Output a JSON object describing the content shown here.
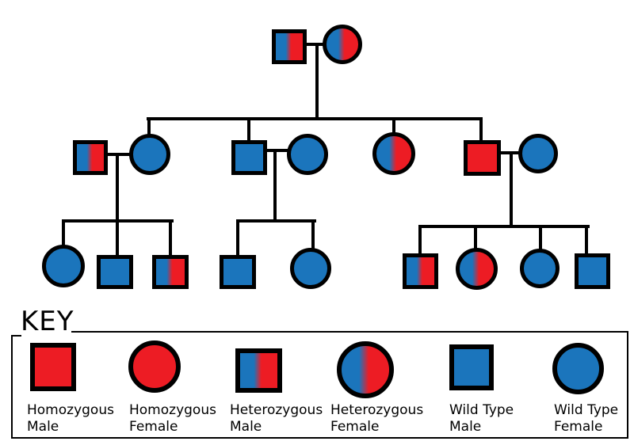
{
  "colors": {
    "homozygous_red": "#ED1C24",
    "wildtype_blue": "#1B75BC",
    "outline_black": "#000000",
    "background": "#FFFFFF"
  },
  "key": {
    "title": "KEY",
    "items": [
      {
        "line1": "Homozygous",
        "line2": "Male",
        "sex": "male",
        "genotype": "homozygous"
      },
      {
        "line1": "Homozygous",
        "line2": "Female",
        "sex": "female",
        "genotype": "homozygous"
      },
      {
        "line1": "Heterozygous",
        "line2": "Male",
        "sex": "male",
        "genotype": "heterozygous"
      },
      {
        "line1": "Heterozygous",
        "line2": "Female",
        "sex": "female",
        "genotype": "heterozygous"
      },
      {
        "line1": "Wild Type",
        "line2": "Male",
        "sex": "male",
        "genotype": "wildtype"
      },
      {
        "line1": "Wild Type",
        "line2": "Female",
        "sex": "female",
        "genotype": "wildtype"
      }
    ]
  },
  "individuals": [
    {
      "generation": 1,
      "sex": "male",
      "genotype": "heterozygous"
    },
    {
      "generation": 1,
      "sex": "female",
      "genotype": "heterozygous"
    },
    {
      "generation": 2,
      "sex": "male",
      "genotype": "heterozygous"
    },
    {
      "generation": 2,
      "sex": "female",
      "genotype": "wildtype"
    },
    {
      "generation": 2,
      "sex": "male",
      "genotype": "wildtype"
    },
    {
      "generation": 2,
      "sex": "female",
      "genotype": "wildtype"
    },
    {
      "generation": 2,
      "sex": "female",
      "genotype": "heterozygous"
    },
    {
      "generation": 2,
      "sex": "male",
      "genotype": "homozygous"
    },
    {
      "generation": 2,
      "sex": "female",
      "genotype": "wildtype"
    },
    {
      "generation": 3,
      "sex": "female",
      "genotype": "wildtype"
    },
    {
      "generation": 3,
      "sex": "male",
      "genotype": "wildtype"
    },
    {
      "generation": 3,
      "sex": "male",
      "genotype": "heterozygous"
    },
    {
      "generation": 3,
      "sex": "male",
      "genotype": "wildtype"
    },
    {
      "generation": 3,
      "sex": "female",
      "genotype": "wildtype"
    },
    {
      "generation": 3,
      "sex": "male",
      "genotype": "heterozygous"
    },
    {
      "generation": 3,
      "sex": "female",
      "genotype": "heterozygous"
    },
    {
      "generation": 3,
      "sex": "female",
      "genotype": "wildtype"
    },
    {
      "generation": 3,
      "sex": "male",
      "genotype": "wildtype"
    }
  ]
}
